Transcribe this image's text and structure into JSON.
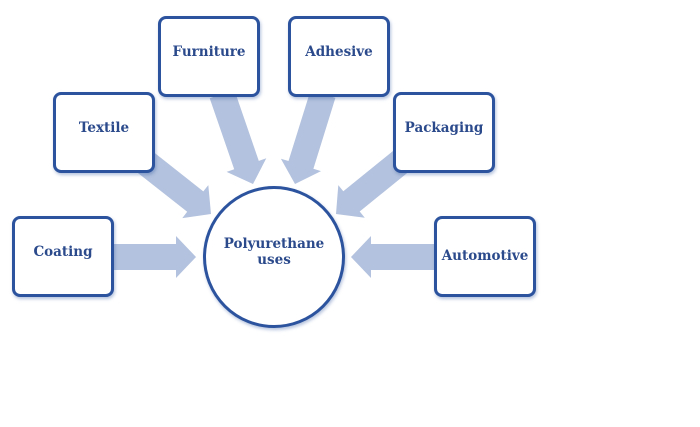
{
  "diagram": {
    "center": {
      "line1": "Polyurethane",
      "line2": "uses"
    },
    "nodes": [
      {
        "id": "coating",
        "label": "Coating"
      },
      {
        "id": "textile",
        "label": "Textile"
      },
      {
        "id": "furniture",
        "label": "Furniture"
      },
      {
        "id": "adhesive",
        "label": "Adhesive"
      },
      {
        "id": "packaging",
        "label": "Packaging"
      },
      {
        "id": "automotive",
        "label": "Automotive"
      }
    ],
    "edges": [
      {
        "from": "coating",
        "to": "center"
      },
      {
        "from": "textile",
        "to": "center"
      },
      {
        "from": "furniture",
        "to": "center"
      },
      {
        "from": "adhesive",
        "to": "center"
      },
      {
        "from": "packaging",
        "to": "center"
      },
      {
        "from": "automotive",
        "to": "center"
      }
    ],
    "colors": {
      "border": "#2c539e",
      "text": "#2b4a8c",
      "arrow": "#b3c2de",
      "background": "#ffffff"
    }
  }
}
